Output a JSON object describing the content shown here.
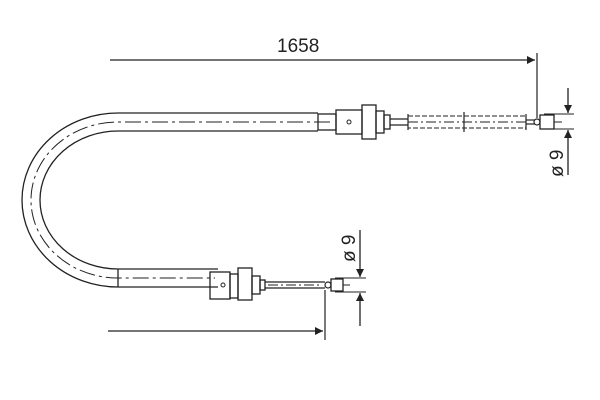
{
  "diagram": {
    "title": "Brake cable technical drawing",
    "stroke_color": "#222222",
    "background": "#ffffff",
    "dimensions": {
      "overall_length": "1658",
      "upper_end_diameter": "ø 9",
      "lower_end_diameter": "ø 9"
    },
    "parts": [
      "cable-sheath-bend",
      "upper-sheath-straight",
      "upper-ferrule",
      "upper-threaded-sleeve",
      "upper-inner-wire",
      "upper-end-nipple",
      "lower-sheath-straight",
      "lower-ferrule",
      "lower-inner-wire",
      "lower-end-nipple"
    ]
  }
}
